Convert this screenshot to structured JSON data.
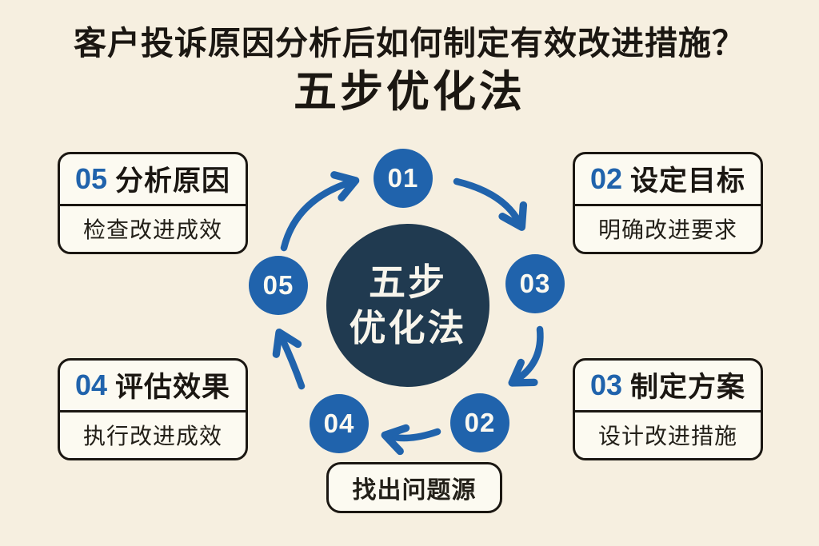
{
  "header": {
    "title": "客户投诉原因分析后如何制定有效改进措施？",
    "subtitle": "五步优化法"
  },
  "center_circle": {
    "line1": "五步",
    "line2": "优化法"
  },
  "nodes": [
    {
      "label": "01"
    },
    {
      "label": "02"
    },
    {
      "label": "03"
    },
    {
      "label": "04"
    },
    {
      "label": "05"
    }
  ],
  "cards": {
    "top_left": {
      "num": "05",
      "title": "分析原因",
      "desc": "检查改进成效"
    },
    "top_right": {
      "num": "02",
      "title": "设定目标",
      "desc": "明确改进要求"
    },
    "bottom_left": {
      "num": "04",
      "title": "评估效果",
      "desc": "执行改进成效"
    },
    "bottom_right": {
      "num": "03",
      "title": "制定方案",
      "desc": "设计改进措施"
    }
  },
  "bottom_note": {
    "text": "找出问题源"
  },
  "colors": {
    "bg": "#f6efe0",
    "card-bg": "#fcfaf1",
    "ink": "#1b1712",
    "blue": "#2063ac",
    "navy": "#203a50"
  }
}
